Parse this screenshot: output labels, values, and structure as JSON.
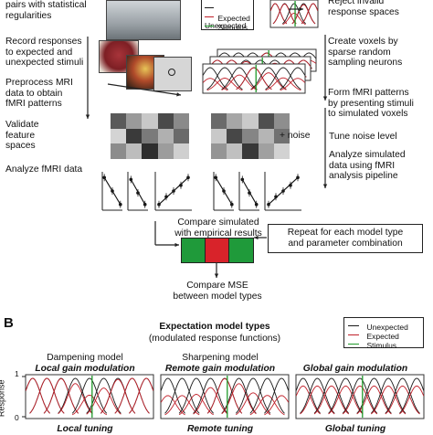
{
  "panel_a": {
    "left_steps": [
      "pairs with statistical\nregularities",
      "Record responses\nto expected and\nunexpected stimuli",
      "Preprocess MRI\ndata to obtain\nfMRI patterns",
      "Validate\nfeature\nspaces",
      "Analyze fMRI data"
    ],
    "right_steps": [
      "Reject invalid\nresponse spaces",
      "Create voxels by\nsparse random\nsampling neurons",
      "Form fMRI patterns\nby presenting stimuli\nto simulated voxels",
      "Tune noise level",
      "Analyze simulated\ndata using fMRI\nanalysis pipeline"
    ],
    "noise_label": "+ noise",
    "legend": {
      "unexpected": "Unexpected",
      "expected": "Expected",
      "stimulus": "Stimulus"
    },
    "compare_box": "Compare simulated\nwith empirical results",
    "repeat_box": "Repeat for each model type\nand parameter combination",
    "compare_mse": "Compare MSE\nbetween model types",
    "grayscale_left": [
      [
        "#5a5a5a",
        "#9a9a9a",
        "#c8c8c8",
        "#4a4a4a",
        "#8a8a8a"
      ],
      [
        "#d4d4d4",
        "#3a3a3a",
        "#7a7a7a",
        "#b0b0b0",
        "#6a6a6a"
      ],
      [
        "#8c8c8c",
        "#bdbdbd",
        "#2e2e2e",
        "#9c9c9c",
        "#cfcfcf"
      ]
    ],
    "grayscale_right": [
      [
        "#6a6a6a",
        "#a6a6a6",
        "#cacaca",
        "#4f4f4f",
        "#8e8e8e"
      ],
      [
        "#c9c9c9",
        "#474747",
        "#858585",
        "#b5b5b5",
        "#717171"
      ],
      [
        "#959595",
        "#c0c0c0",
        "#383838",
        "#a0a0a0",
        "#d2d2d2"
      ]
    ],
    "colors": {
      "unexpected": "#1a1a1a",
      "expected": "#c0202a",
      "stimulus": "#1f9a2a",
      "green_box": "#1f9a3a",
      "red_box": "#d8232a"
    }
  },
  "panel_b": {
    "letter": "B",
    "title": "Expectation model types",
    "subtitle": "(modulated response functions)",
    "legend": {
      "unexpected": "Unexpected",
      "expected": "Expected",
      "stimulus": "Stimulus"
    },
    "group_labels": [
      "Dampening model",
      "Sharpening model"
    ],
    "models": [
      {
        "name": "Local gain modulation",
        "bottom": "Local tuning"
      },
      {
        "name": "Remote gain modulation",
        "bottom": "Remote tuning"
      },
      {
        "name": "Global gain modulation",
        "bottom": "Global tuning"
      }
    ],
    "y_axis_label": "Response",
    "y_ticks": [
      "1",
      "0"
    ]
  }
}
